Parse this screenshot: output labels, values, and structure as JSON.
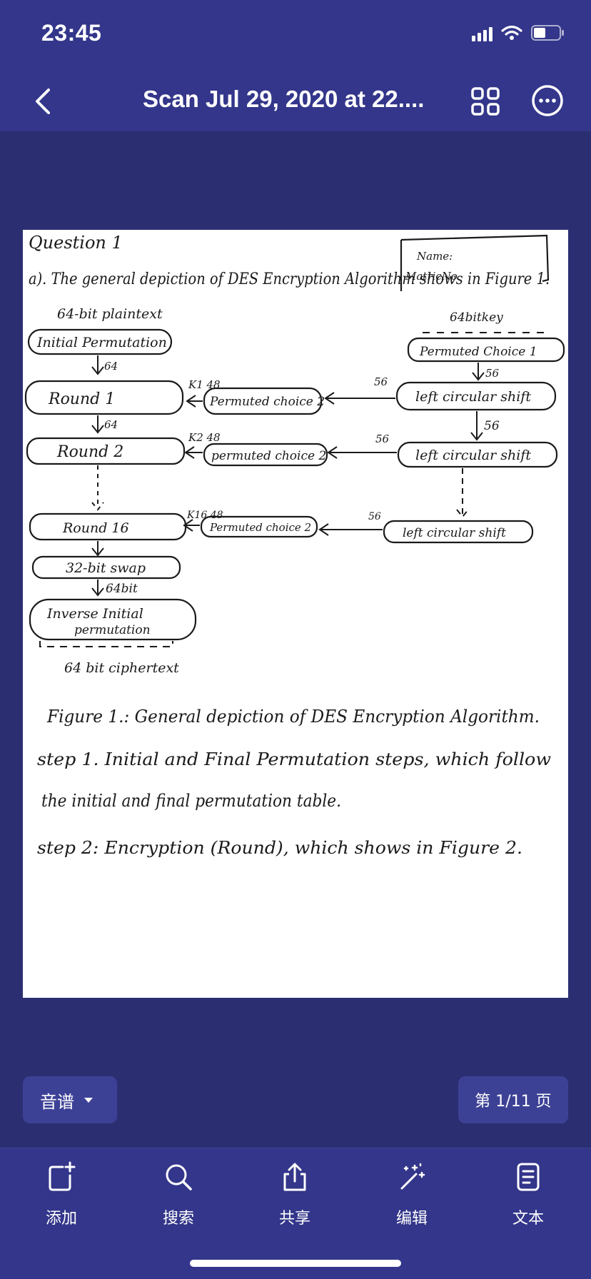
{
  "status_bar": {
    "time": "23:45"
  },
  "nav": {
    "title": "Scan Jul 29, 2020 at 22...."
  },
  "document": {
    "question": "Question 1",
    "name_box": {
      "name_label": "Name:",
      "matric_label": "MatricNo"
    },
    "intro": "a). The general depiction of DES Encryption Algorithm shows in Figure 1.",
    "diagram": {
      "plaintext": "64-bit plaintext",
      "key": "64bitkey",
      "initial_permutation": "Initial Permutation",
      "permuted_choice_1": "Permuted Choice 1",
      "round_1": "Round 1",
      "round_2": "Round 2",
      "round_16": "Round 16",
      "pc2_1": "Permuted choice 2",
      "pc2_2": "permuted choice 2",
      "pc2_16": "Permuted choice 2",
      "shift_1": "left circular shift",
      "shift_2": "left circular shift",
      "shift_16": "left circular shift",
      "k1": "K1 48",
      "k2": "K2 48",
      "k16": "K16 48",
      "bits_64_a": "64",
      "bits_64_b": "64",
      "bits_56_a": "56",
      "bits_56_b": "56",
      "bits_56_c": "56",
      "bits_56_d": "56",
      "bits_56_e": "56",
      "swap": "32-bit swap",
      "bits_64_c": "64bit",
      "inverse_1": "Inverse Initial",
      "inverse_2": "permutation",
      "ciphertext": "64 bit ciphertext"
    },
    "caption": "Figure 1.: General depiction of DES Encryption Algorithm.",
    "step1_line1": "step 1. Initial and Final Permutation steps, which follow",
    "step1_line2": "the initial and final permutation table.",
    "step2": "step 2: Encryption (Round), which shows in Figure 2."
  },
  "controls": {
    "mode": "音谱",
    "page": "第 1/11 页"
  },
  "toolbar": {
    "items": [
      {
        "label": "添加",
        "icon": "add-page-icon"
      },
      {
        "label": "搜索",
        "icon": "search-icon"
      },
      {
        "label": "共享",
        "icon": "share-icon"
      },
      {
        "label": "编辑",
        "icon": "magic-wand-icon"
      },
      {
        "label": "文本",
        "icon": "text-document-icon"
      }
    ]
  },
  "colors": {
    "background": "#2b2f72",
    "bar": "#33368a",
    "pill": "#3d4196"
  }
}
